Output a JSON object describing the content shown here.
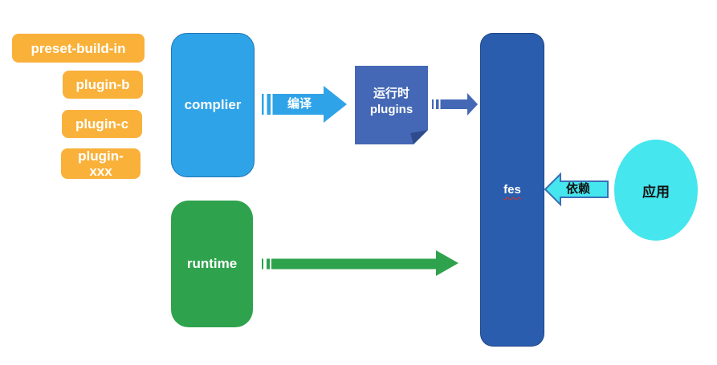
{
  "diagram": {
    "background": "#FFFFFF",
    "colors": {
      "orange": "#F9B13A",
      "sky_blue": "#2FA3E8",
      "royal_blue": "#4468B5",
      "royal_blue_dark": "#2F4B8E",
      "fes_blue": "#2A5DAD",
      "green": "#2EA24C",
      "cyan": "#45E6EE",
      "cyan_arrow_border": "#3A70B8",
      "spellcheck_red": "#D93025"
    },
    "nodes": {
      "preset_build_in": {
        "label": "preset-build-in",
        "shape": "rounded-rect",
        "color_ref": "orange"
      },
      "plugin_b": {
        "label": "plugin-b",
        "shape": "rounded-rect",
        "color_ref": "orange"
      },
      "plugin_c": {
        "label": "plugin-c",
        "shape": "rounded-rect",
        "color_ref": "orange"
      },
      "plugin_xxx": {
        "label": "plugin-xxx",
        "shape": "rounded-rect",
        "color_ref": "orange"
      },
      "complier": {
        "label": "complier",
        "shape": "rounded-rect",
        "color_ref": "sky_blue"
      },
      "runtime_plugins": {
        "label": "运行时 plugins",
        "shape": "folded-corner-note",
        "color_ref": "royal_blue"
      },
      "fes": {
        "label": "fes",
        "shape": "rounded-rect",
        "color_ref": "fes_blue",
        "spellcheck_underline": true
      },
      "runtime": {
        "label": "runtime",
        "shape": "rounded-rect",
        "color_ref": "green"
      },
      "app": {
        "label": "应用",
        "shape": "ellipse",
        "color_ref": "cyan"
      }
    },
    "edges": {
      "compile": {
        "label": "编译",
        "from": "complier",
        "to": "runtime_plugins",
        "style": "striped-block-arrow",
        "color_ref": "sky_blue"
      },
      "plugins_to_fes": {
        "label": "",
        "from": "runtime_plugins",
        "to": "fes",
        "style": "striped-block-arrow",
        "color_ref": "royal_blue"
      },
      "runtime_to_fes": {
        "label": "",
        "from": "runtime",
        "to": "fes",
        "style": "striped-block-arrow",
        "color_ref": "green"
      },
      "depend": {
        "label": "依赖",
        "from": "app",
        "to": "fes",
        "style": "outlined-block-arrow",
        "color_ref": "cyan"
      }
    }
  }
}
